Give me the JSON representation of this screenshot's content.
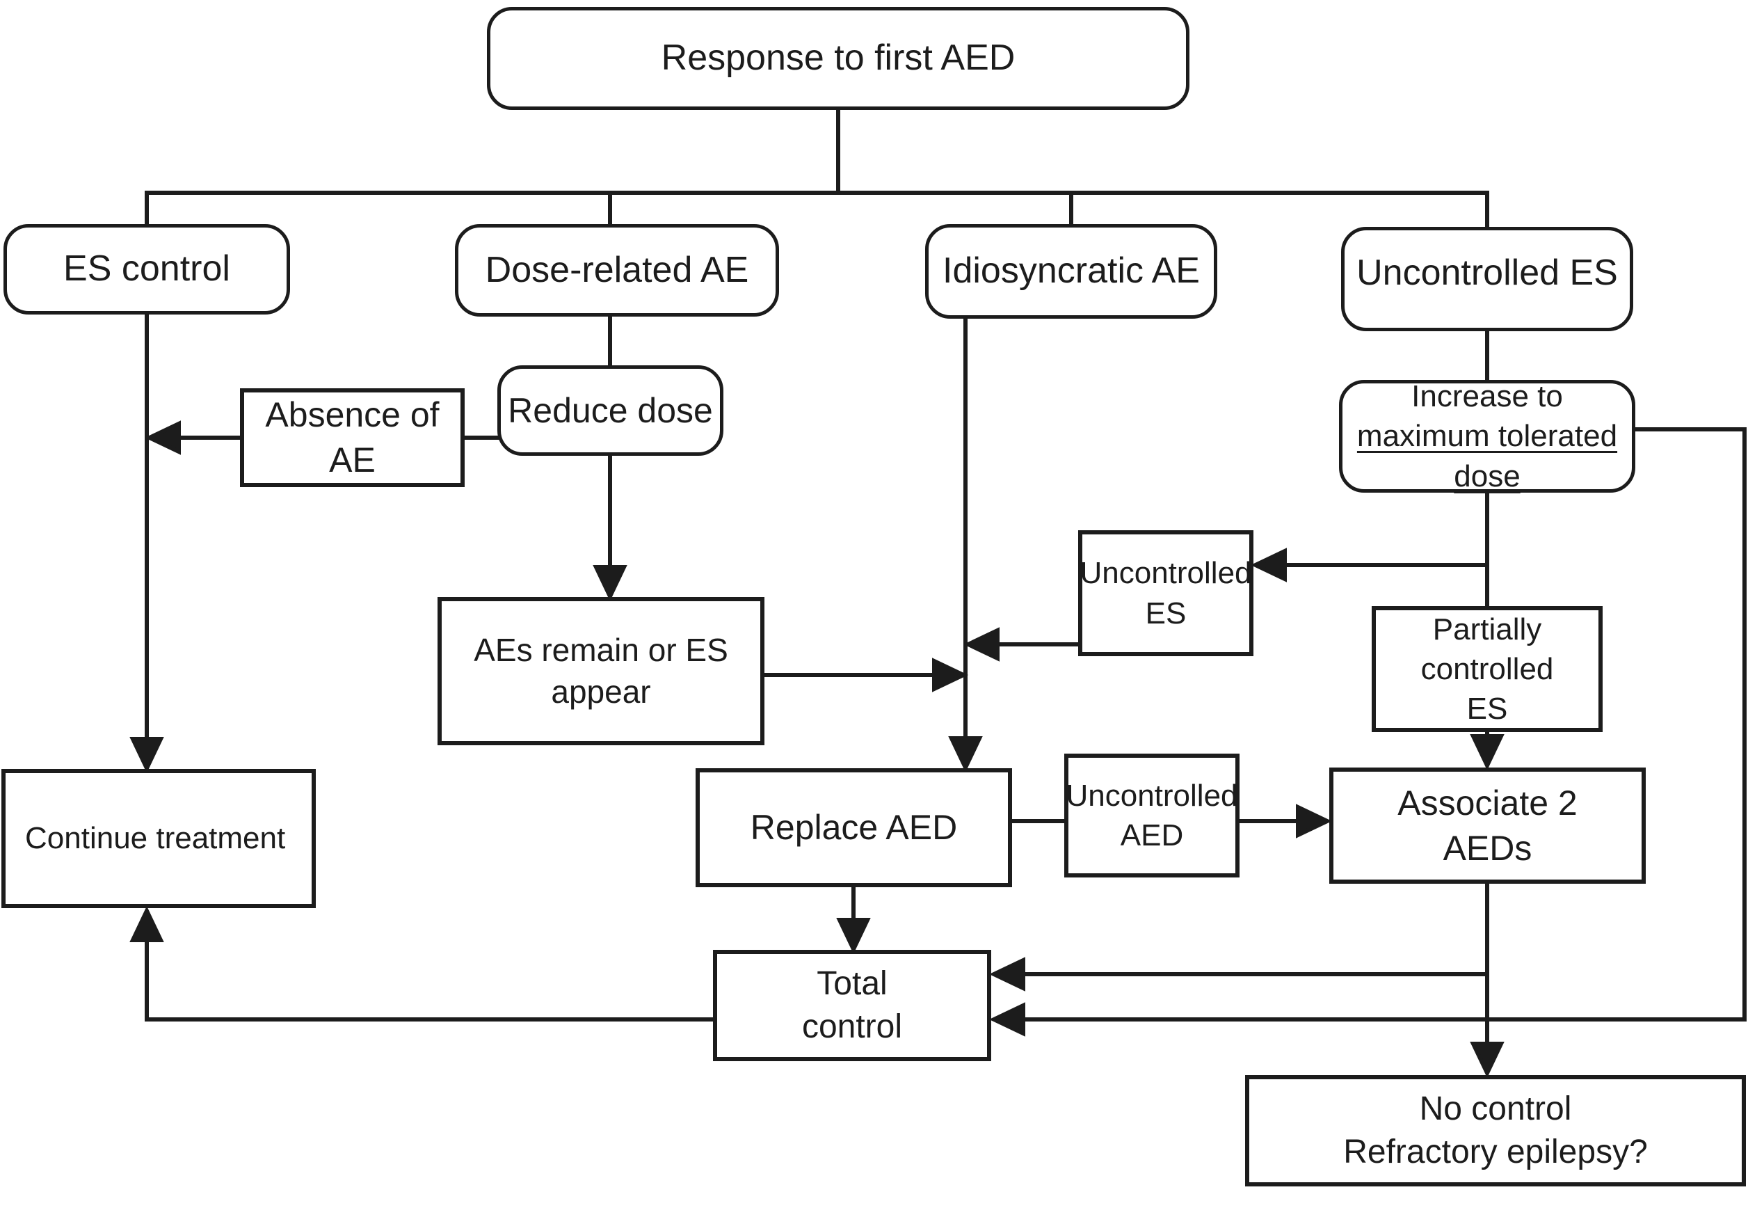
{
  "diagram": {
    "background": "#ffffff",
    "stroke_color": "#1c1c1c",
    "text_color": "#1c1c1c",
    "nodes": {
      "response": "Response to first AED",
      "es_control": "ES control",
      "dose_related": "Dose-related AE",
      "idiosyncratic": "Idiosyncratic AE",
      "uncontrolled_es": "Uncontrolled ES",
      "absence_ae": "Absence of\nAE",
      "reduce_dose": "Reduce dose",
      "increase_max_prefix": "Increase to ",
      "increase_max_underlined": "maximum tolerated dose",
      "uncontrolled_es_small": "Uncontrolled\nES",
      "partially_controlled": "Partially\ncontrolled\nES",
      "aes_remain": "AEs remain or ES\nappear",
      "continue_treatment": "Continue treatment",
      "replace_aed": "Replace AED",
      "uncontrolled_aed": "Uncontrolled\nAED",
      "associate_aeds": "Associate 2\nAEDs",
      "total_control": "Total\ncontrol",
      "no_control": "No control\nRefractory epilepsy?"
    }
  }
}
